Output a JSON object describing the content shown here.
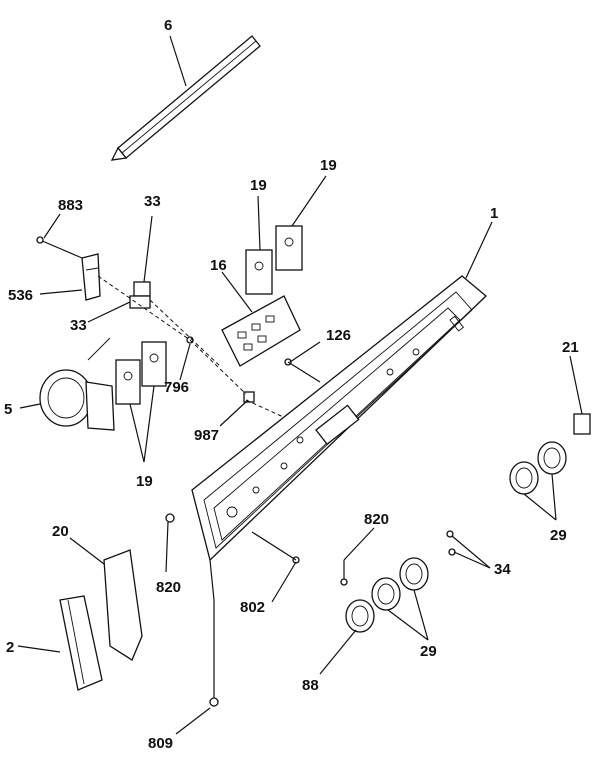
{
  "diagram": {
    "callouts": {
      "p6": "6",
      "p883": "883",
      "p33a": "33",
      "p536": "536",
      "p33b": "33",
      "p19a": "19",
      "p19b": "19",
      "p16": "16",
      "p1": "1",
      "p126": "126",
      "p21": "21",
      "p5": "5",
      "p796": "796",
      "p987": "987",
      "p19c": "19",
      "p29a": "29",
      "p20": "20",
      "p820a": "820",
      "p820b": "820",
      "p34": "34",
      "p2": "2",
      "p802": "802",
      "p29b": "29",
      "p88": "88",
      "p809": "809"
    }
  }
}
